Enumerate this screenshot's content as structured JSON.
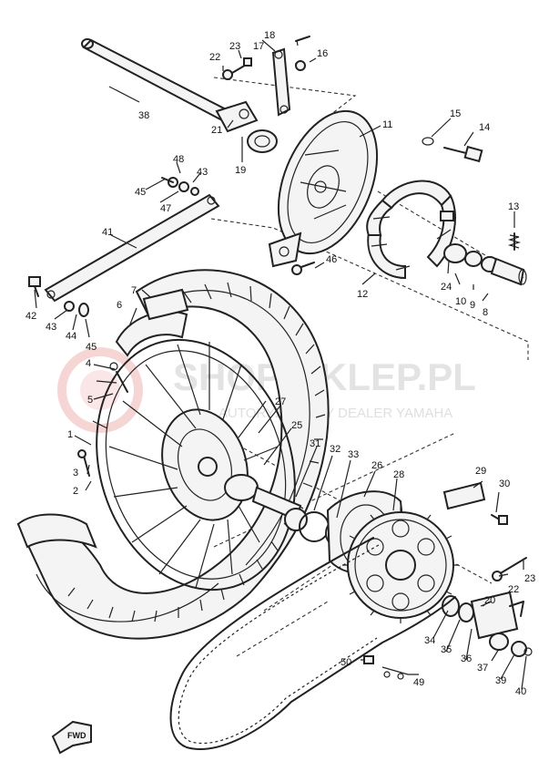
{
  "watermark": {
    "title": "SHOP-SKLEP.PL",
    "subtitle": "AUTORYZOWANY DEALER YAMAHA"
  },
  "fwd_label": "FWD",
  "callouts": {
    "c1": "1",
    "c2": "2",
    "c3": "3",
    "c4": "4",
    "c5": "5",
    "c6": "6",
    "c7": "7",
    "c8": "8",
    "c9": "9",
    "c10": "10",
    "c11": "11",
    "c12": "12",
    "c13": "13",
    "c14": "14",
    "c15": "15",
    "c16": "16",
    "c17": "17",
    "c18": "18",
    "c19": "19",
    "c20": "20",
    "c21": "21",
    "c22a": "22",
    "c22b": "22",
    "c23a": "23",
    "c23b": "23",
    "c24": "24",
    "c25": "25",
    "c26": "26",
    "c27": "27",
    "c28": "28",
    "c29": "29",
    "c30": "30",
    "c31": "31",
    "c32": "32",
    "c33": "33",
    "c34": "34",
    "c35": "35",
    "c36": "36",
    "c37": "37",
    "c38": "38",
    "c39": "39",
    "c40": "40",
    "c41": "41",
    "c42": "42",
    "c43a": "43",
    "c43b": "43",
    "c44": "44",
    "c45a": "45",
    "c45b": "45",
    "c46": "46",
    "c47": "47",
    "c48": "48",
    "c49": "49",
    "c50": "50"
  }
}
